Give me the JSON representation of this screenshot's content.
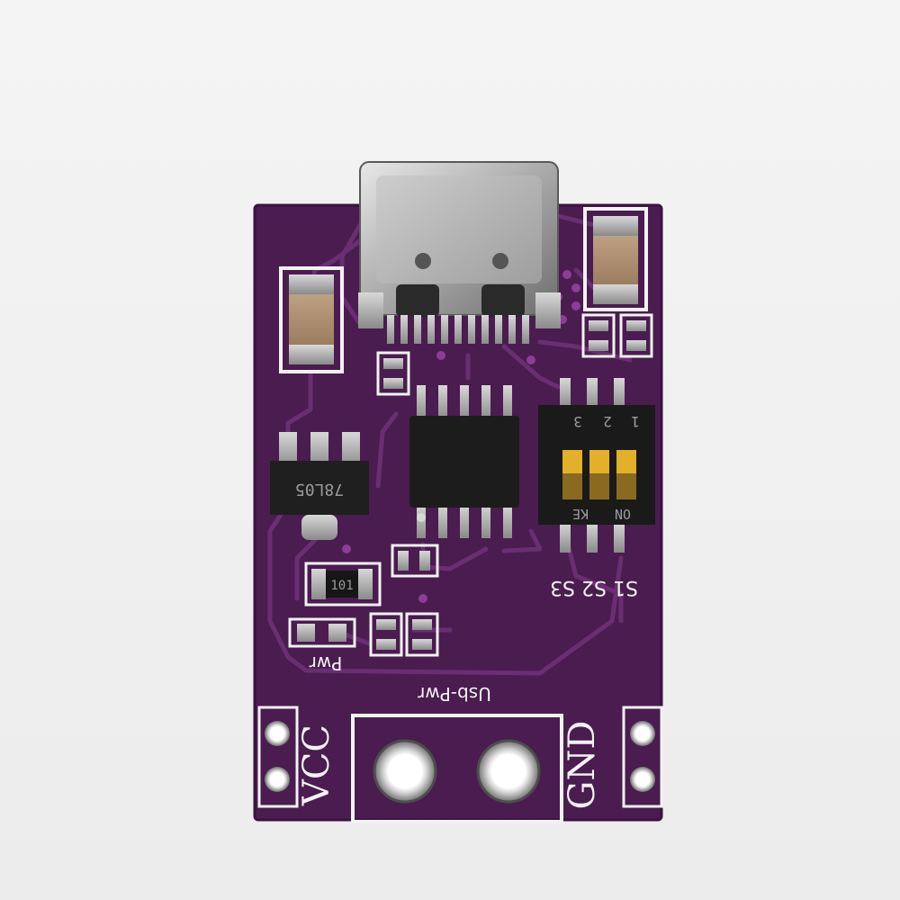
{
  "board": {
    "silkscreen": {
      "pwr_label": "Pwr",
      "usb_pwr_label": "Usb-Pwr",
      "vcc_label": "VCC",
      "gnd_label": "GND",
      "switch_labels": "S1 S2 S3",
      "dip_numbers": [
        "1",
        "2",
        "3"
      ],
      "dip_on": "ON",
      "dip_ke": "KE"
    },
    "components": {
      "regulator_marking": "78L05",
      "resistor_marking": "101"
    },
    "colors": {
      "pcb": "#4a1c4f",
      "trace": "#6a2e72",
      "silkscreen": "#f2f2f2",
      "pad": "#c8c8c8",
      "dip_switch": "#e3b02a"
    }
  }
}
